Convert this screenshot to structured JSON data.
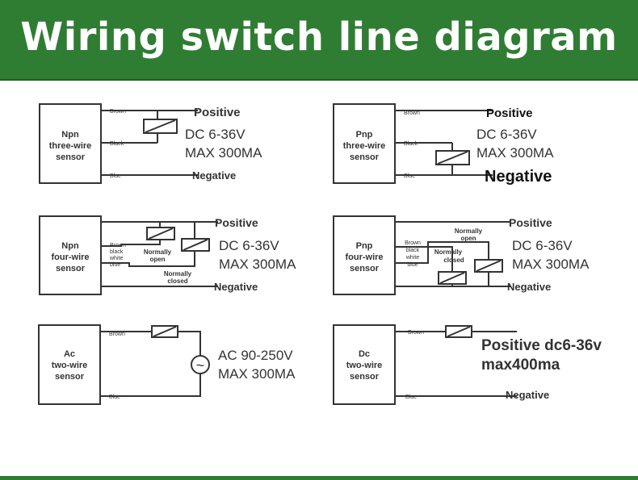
{
  "header": {
    "title": "Wiring switch line diagram"
  },
  "colors": {
    "header_green": "#2f7d32",
    "line": "#333333",
    "text": "#333333",
    "bold_text": "#111111"
  },
  "panels": [
    {
      "id": "npn3",
      "sensor_label": [
        "Npn",
        "three-wire",
        "sensor"
      ],
      "wire_labels": [
        "Brown",
        "Black",
        "Blue"
      ],
      "positive": "Positive",
      "negative": "Negative",
      "spec": [
        "DC 6-36V",
        "MAX 300MA"
      ]
    },
    {
      "id": "pnp3",
      "sensor_label": [
        "Pnp",
        "three-wire",
        "sensor"
      ],
      "wire_labels": [
        "Brown",
        "Black",
        "Blue"
      ],
      "positive": "Positive",
      "negative": "Negative",
      "spec": [
        "DC 6-36V",
        "MAX 300MA"
      ]
    },
    {
      "id": "npn4",
      "sensor_label": [
        "Npn",
        "four-wire",
        "sensor"
      ],
      "wire_labels": [
        "Brown",
        "black",
        "white",
        "blue"
      ],
      "positive": "Positive",
      "negative": "Negative",
      "no_label": [
        "Normally",
        "open"
      ],
      "nc_label": [
        "Normally",
        "closed"
      ],
      "spec": [
        "DC 6-36V",
        "MAX 300MA"
      ]
    },
    {
      "id": "pnp4",
      "sensor_label": [
        "Pnp",
        "four-wire",
        "sensor"
      ],
      "wire_labels": [
        "Brown",
        "black",
        "white",
        "blue"
      ],
      "positive": "Positive",
      "negative": "Negative",
      "no_label": [
        "Normally",
        "open"
      ],
      "nc_label": [
        "Normally",
        "closed"
      ],
      "spec": [
        "DC 6-36V",
        "MAX 300MA"
      ]
    },
    {
      "id": "ac2",
      "sensor_label": [
        "Ac",
        "two-wire",
        "sensor"
      ],
      "wire_labels": [
        "Brown",
        "Blue"
      ],
      "spec": [
        "AC 90-250V",
        "MAX 300MA"
      ],
      "ac_symbol": "~"
    },
    {
      "id": "dc2",
      "sensor_label": [
        "Dc",
        "two-wire",
        "sensor"
      ],
      "wire_labels": [
        "Brown",
        "Blue"
      ],
      "positive_spec": [
        "Positive dc6-36v",
        "max400ma"
      ],
      "negative": "Negative"
    }
  ]
}
